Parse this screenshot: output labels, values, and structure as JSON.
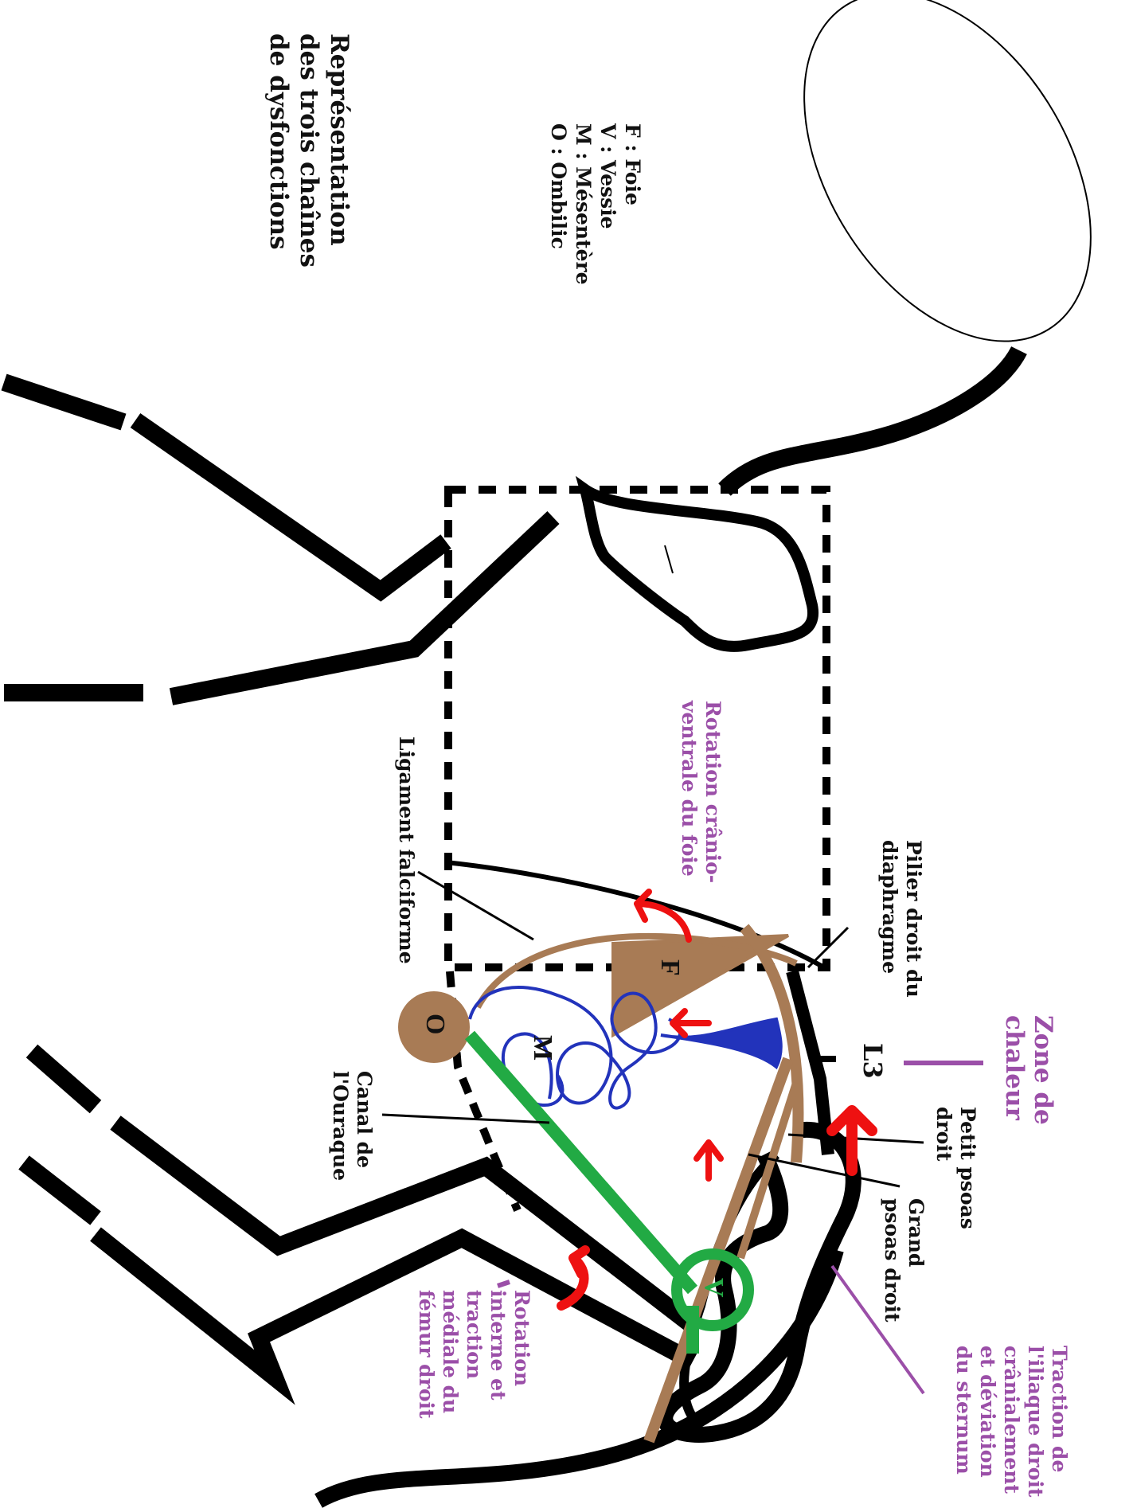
{
  "title": [
    "Représentation",
    "des trois chaînes",
    "de dysfonctions"
  ],
  "legend": [
    "F : Foie",
    "V : Vessie",
    "M : Mésentère",
    "O : Ombilic"
  ],
  "labels": {
    "rotation_foie": [
      "Rotation crânio-",
      "ventrale du foie"
    ],
    "ligament": "Ligament falciforme",
    "pilier": [
      "Pilier droit du",
      "diaphragme"
    ],
    "zone": [
      "Zone de",
      "chaleur"
    ],
    "l3": "L3",
    "petit_psoas": [
      "Petit psoas",
      "droit"
    ],
    "grand_psoas": [
      "Grand",
      "psoas droit"
    ],
    "canal": [
      "Canal de",
      "l'Ouraque"
    ],
    "rotation_femur": [
      "Rotation",
      "interne et",
      "traction",
      "médiale du",
      "fémur droit"
    ],
    "traction_iliaque": [
      "Traction de",
      "l'iliaque droit",
      "crânialement",
      "et déviation",
      "du sternum"
    ]
  },
  "letters": {
    "f": "F",
    "o": "O",
    "m": "M",
    "v": "V"
  },
  "colors": {
    "body_line": "#000000",
    "liver_brown": "#a87b55",
    "mesentery_blue": "#2233bb",
    "urachus_green": "#22aa44",
    "arrow_red": "#ee1111",
    "annotation_purple": "#9b4fa8"
  }
}
